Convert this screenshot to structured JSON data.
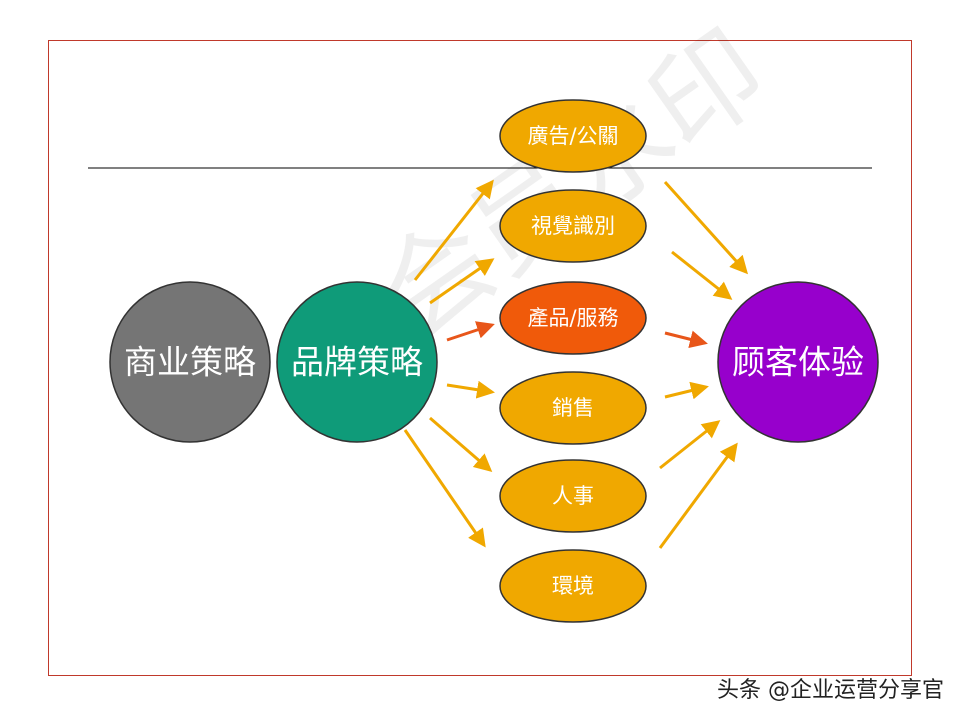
{
  "colors": {
    "frame_border": "#c0392b",
    "arrow": "#f0a800",
    "arrow_highlight": "#e8561a",
    "node_small": "#f0a800",
    "node_highlight": "#f05a0a",
    "node_business": "#757575",
    "node_brand": "#0f9b79",
    "node_experience": "#9700cc"
  },
  "left_nodes": {
    "business_strategy": "商业策略",
    "brand_strategy": "品牌策略"
  },
  "touchpoints": [
    {
      "label": "廣告/公關",
      "highlight": false
    },
    {
      "label": "視覺識別",
      "highlight": false
    },
    {
      "label": "產品/服務",
      "highlight": true
    },
    {
      "label": "銷售",
      "highlight": false
    },
    {
      "label": "人事",
      "highlight": false
    },
    {
      "label": "環境",
      "highlight": false
    }
  ],
  "right_node": {
    "customer_experience": "顾客体验"
  },
  "watermark": "非会员水印",
  "credit": "头条 @企业运营分享官"
}
